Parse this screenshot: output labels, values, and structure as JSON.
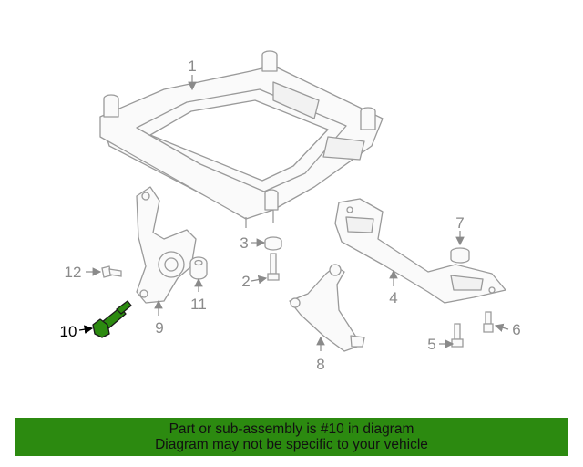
{
  "callouts": {
    "c1": "1",
    "c2": "2",
    "c3": "3",
    "c4": "4",
    "c5": "5",
    "c6": "6",
    "c7": "7",
    "c8": "8",
    "c9": "9",
    "c10": "10",
    "c11": "11",
    "c12": "12"
  },
  "highlight_color": "#2c8a10",
  "banner": {
    "line1": "Part or sub-assembly is #10 in diagram",
    "line2": "Diagram may not be specific to your vehicle"
  }
}
